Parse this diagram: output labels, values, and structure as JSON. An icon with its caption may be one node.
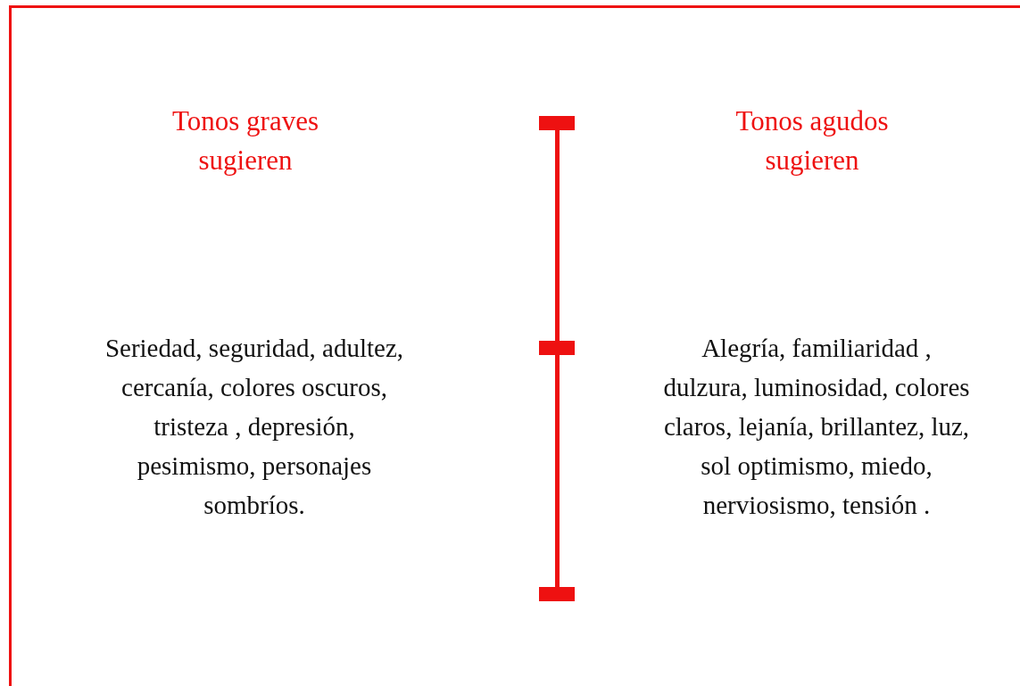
{
  "diagram": {
    "labels": [
      "Tonos graves sugieren",
      "Tonos agudos sugieren",
      "Seriedad, seguridad, adultez, cercanía, colores oscuros, tristeza , depresión, pesimismo, personajes sombríos.",
      "Alegría, familiaridad , dulzura, luminosidad, colores claros, lejanía, brillantez, luz, sol optimismo, miedo, nerviosismo, tensión ."
    ]
  }
}
